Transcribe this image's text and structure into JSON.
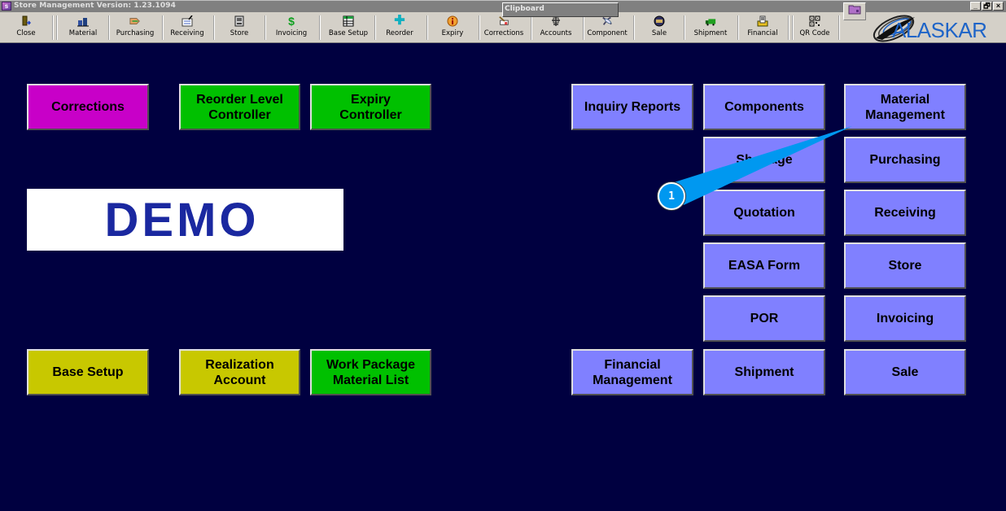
{
  "window": {
    "title": "Store Management  Version: 1.23.1094",
    "app_icon_letter": "s",
    "controls": [
      "_",
      "🗗",
      "×"
    ]
  },
  "toolbar": {
    "items": [
      {
        "label": "Close",
        "icon": "door-exit-icon"
      },
      {
        "label": "Material",
        "icon": "material-icon"
      },
      {
        "label": "Purchasing",
        "icon": "purchasing-icon"
      },
      {
        "label": "Receiving",
        "icon": "receiving-icon"
      },
      {
        "label": "Store",
        "icon": "store-icon"
      },
      {
        "label": "Invoicing",
        "icon": "dollar-icon"
      },
      {
        "label": "Base Setup",
        "icon": "grid-icon"
      },
      {
        "label": "Reorder",
        "icon": "plus-icon"
      },
      {
        "label": "Expiry",
        "icon": "info-icon"
      },
      {
        "label": "Corrections",
        "icon": "corrections-icon"
      },
      {
        "label": "Accounts",
        "icon": "accounts-icon"
      },
      {
        "label": "Component",
        "icon": "airplane-icon"
      },
      {
        "label": "Sale",
        "icon": "sale-icon"
      },
      {
        "label": "Shipment",
        "icon": "truck-icon"
      },
      {
        "label": "Financial",
        "icon": "financial-icon"
      },
      {
        "label": "QR Code",
        "icon": "qr-code-icon"
      }
    ],
    "clipboard_label": "Clipboard",
    "logo_text": "ALASKAR"
  },
  "left_panel": {
    "top_buttons": [
      {
        "label": "Corrections"
      },
      {
        "label": "Reorder Level\nController"
      },
      {
        "label": "Expiry\nController"
      }
    ],
    "demo_label": "DEMO",
    "bottom_buttons": [
      {
        "label": "Base Setup"
      },
      {
        "label": "Realization\nAccount"
      },
      {
        "label": "Work Package\nMaterial List"
      }
    ]
  },
  "right_panel": {
    "inquiry_reports": "Inquiry Reports",
    "financial_management": "Financial\nManagement",
    "middle_column": [
      "Components",
      "Shortage",
      "Quotation",
      "EASA Form",
      "POR",
      "Shipment"
    ],
    "right_column": [
      "Material\nManagement",
      "Purchasing",
      "Receiving",
      "Store",
      "Invoicing",
      "Sale"
    ]
  },
  "callout": {
    "number": "1",
    "target": "Material Management"
  },
  "colors": {
    "background": "#000040",
    "corrections": "#c800c8",
    "green_buttons": "#00c000",
    "yellow_buttons": "#c8c800",
    "lavender_buttons": "#8080ff",
    "demo_text": "#1a28a0",
    "callout": "#0098f0"
  }
}
